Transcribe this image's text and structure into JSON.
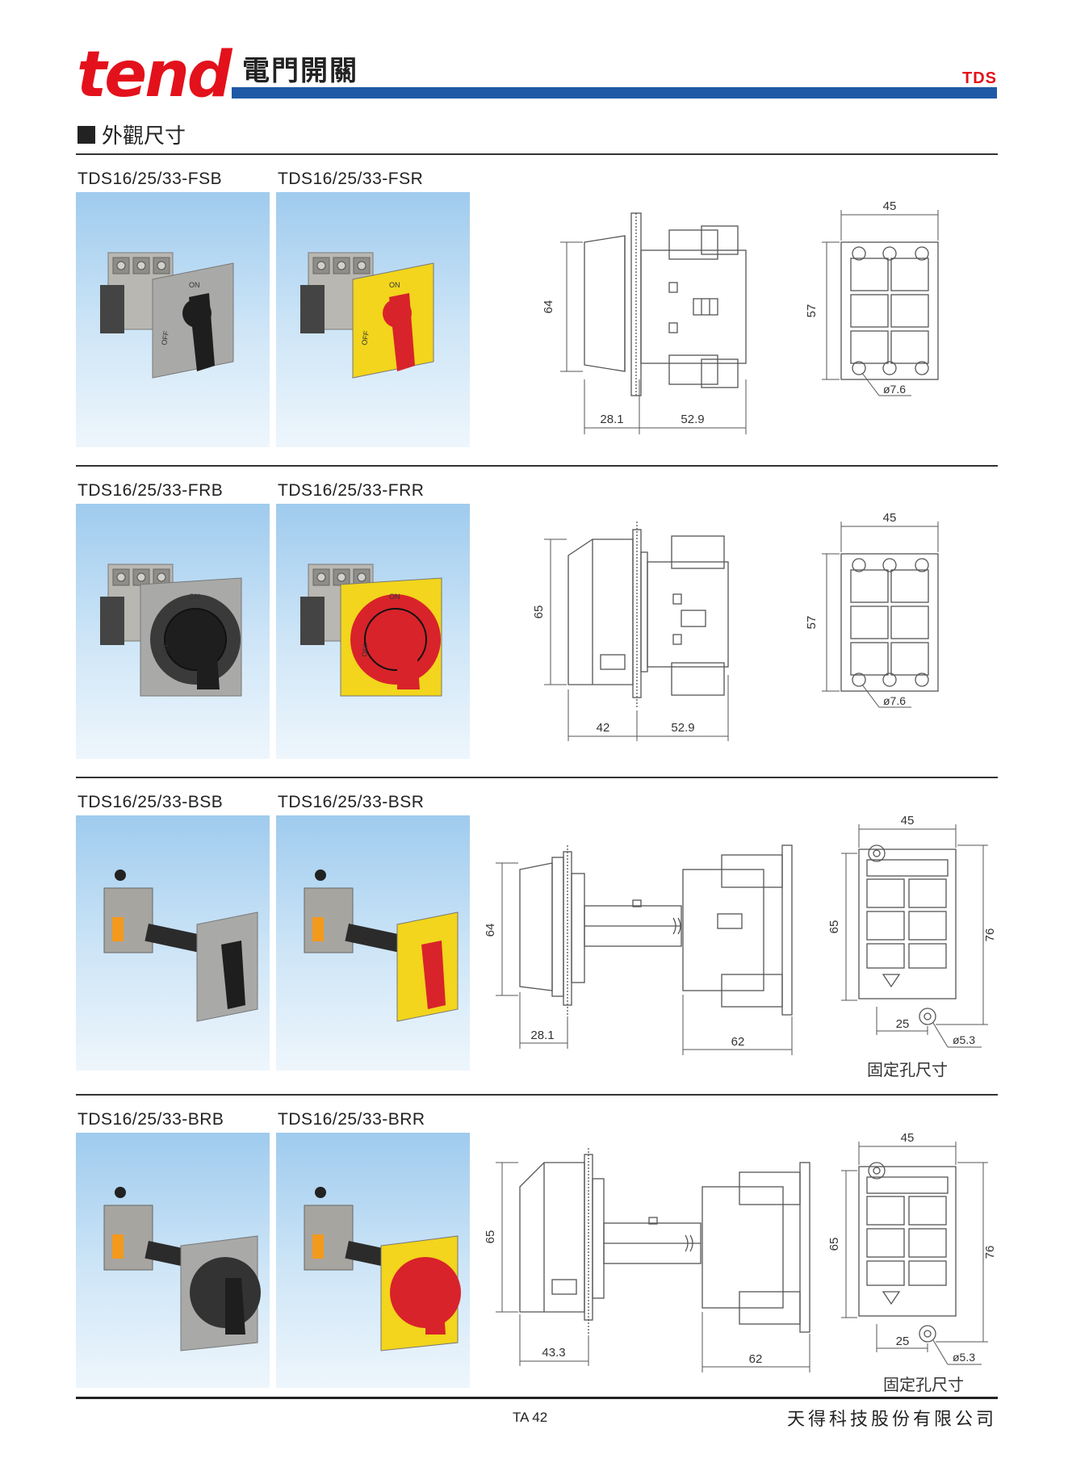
{
  "header": {
    "logo": "tend",
    "title": "電門開關",
    "brand": "TDS"
  },
  "section": {
    "title": "外觀尺寸"
  },
  "blocks": [
    {
      "label_left": "TDS16/25/33-FSB",
      "label_right": "TDS16/25/33-FSR",
      "dims": {
        "height": "64",
        "front": "28.1",
        "depth": "52.9",
        "width": "45",
        "body_h": "57",
        "hole": "ø7.6"
      }
    },
    {
      "label_left": "TDS16/25/33-FRB",
      "label_right": "TDS16/25/33-FRR",
      "dims": {
        "height": "65",
        "front": "42",
        "depth": "52.9",
        "width": "45",
        "body_h": "57",
        "hole": "ø7.6"
      }
    },
    {
      "label_left": "TDS16/25/33-BSB",
      "label_right": "TDS16/25/33-BSR",
      "dims": {
        "height": "64",
        "front": "28.1",
        "depth": "62",
        "width": "45",
        "body_h": "65",
        "total_h": "76",
        "spacing": "25",
        "hole": "ø5.3",
        "caption": "固定孔尺寸"
      }
    },
    {
      "label_left": "TDS16/25/33-BRB",
      "label_right": "TDS16/25/33-BRR",
      "dims": {
        "height": "65",
        "front": "43.3",
        "depth": "62",
        "width": "45",
        "body_h": "65",
        "total_h": "76",
        "spacing": "25",
        "hole": "ø5.3",
        "caption": "固定孔尺寸"
      }
    }
  ],
  "photo_labels": {
    "on": "ON",
    "off": "OFF"
  },
  "colors": {
    "brand_red": "#e3111b",
    "bar_blue": "#1f5aa6",
    "handle_red": "#d8232a",
    "plate_yellow": "#f2d51c",
    "plate_grey": "#a9aaa8"
  },
  "footer": {
    "page": "TA 42",
    "company": "天得科技股份有限公司"
  }
}
